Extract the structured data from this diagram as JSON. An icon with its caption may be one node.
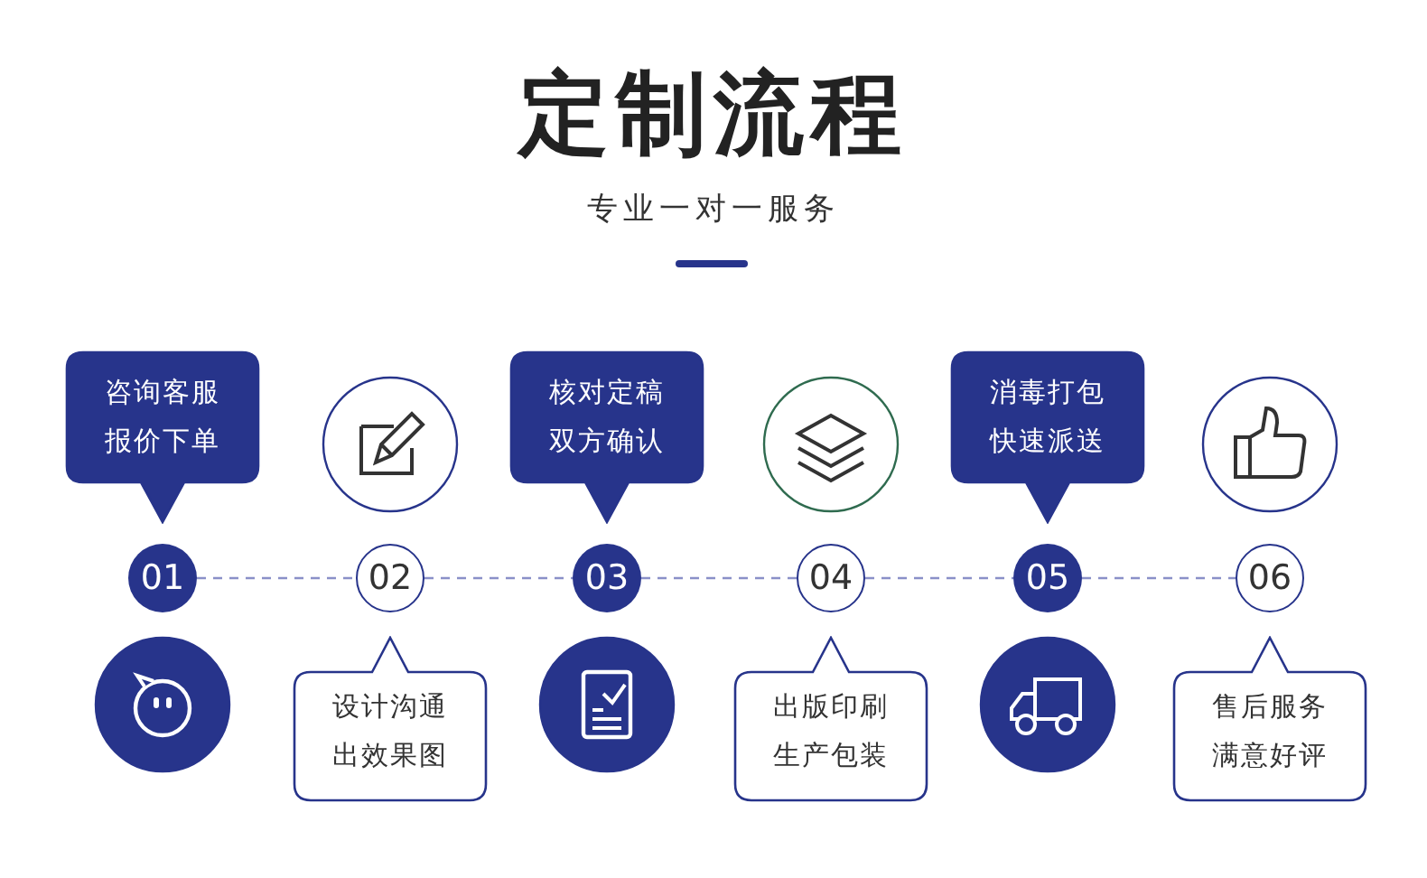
{
  "diagram": {
    "title": "定制流程",
    "nodes": [
      {
        "text": [
          "01"
        ]
      },
      {
        "text": [
          "02"
        ]
      },
      {
        "text": [
          "03"
        ]
      },
      {
        "text": [
          "04"
        ]
      },
      {
        "text": [
          "05"
        ]
      },
      {
        "text": [
          "06"
        ]
      },
      {
        "text": [
          "咨询客服报价下单"
        ]
      },
      {
        "text": [
          "设计沟通出效果图"
        ]
      },
      {
        "text": [
          "核对定稿双方确认"
        ]
      },
      {
        "text": [
          "出版印刷生产包装"
        ]
      },
      {
        "text": [
          "消毒打包快速派送"
        ]
      },
      {
        "text": [
          "售后服务满意好评"
        ]
      }
    ],
    "edges": [
      {
        "from": 0,
        "to": 1,
        "arrow": "none",
        "style": "dashed"
      },
      {
        "from": 1,
        "to": 2,
        "arrow": "none",
        "style": "dashed"
      },
      {
        "from": 2,
        "to": 3,
        "arrow": "none",
        "style": "dashed"
      },
      {
        "from": 3,
        "to": 4,
        "arrow": "none",
        "style": "dashed"
      },
      {
        "from": 4,
        "to": 5,
        "arrow": "none",
        "style": "dashed"
      }
    ],
    "labels": [
      "专业一对一服务"
    ]
  }
}
